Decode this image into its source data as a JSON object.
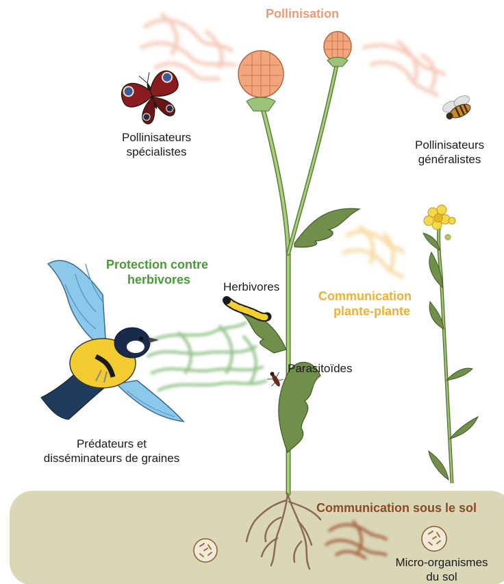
{
  "headings": {
    "pollination": "Pollinisation",
    "protection": [
      "Protection contre",
      "herbivores"
    ],
    "plant_communication": [
      "Communication",
      "plante-plante"
    ],
    "soil_communication": "Communication sous le sol"
  },
  "labels": {
    "specialist_pollinators": [
      "Pollinisateurs",
      "spécialistes"
    ],
    "generalist_pollinators": [
      "Pollinisateurs",
      "généralistes"
    ],
    "herbivores": "Herbivores",
    "parasitoids": "Parasitoïdes",
    "predators": [
      "Prédateurs et",
      "disséminateurs de graines"
    ],
    "soil_microorganisms": [
      "Micro-organismes",
      "du sol"
    ]
  },
  "colors": {
    "pollination": "#ec9a78",
    "protection": "#4a9a3a",
    "plant_communication": "#f0b030",
    "soil_communication": "#8a4a22",
    "soil": "#dad6b8",
    "stem": "#8ab85a",
    "leaf": "#6f8f4a"
  },
  "icons": [
    "butterfly-icon",
    "bee-icon",
    "bird-icon",
    "caterpillar-icon",
    "parasitoid-wasp-icon",
    "root-icon",
    "microorganism-icon"
  ]
}
